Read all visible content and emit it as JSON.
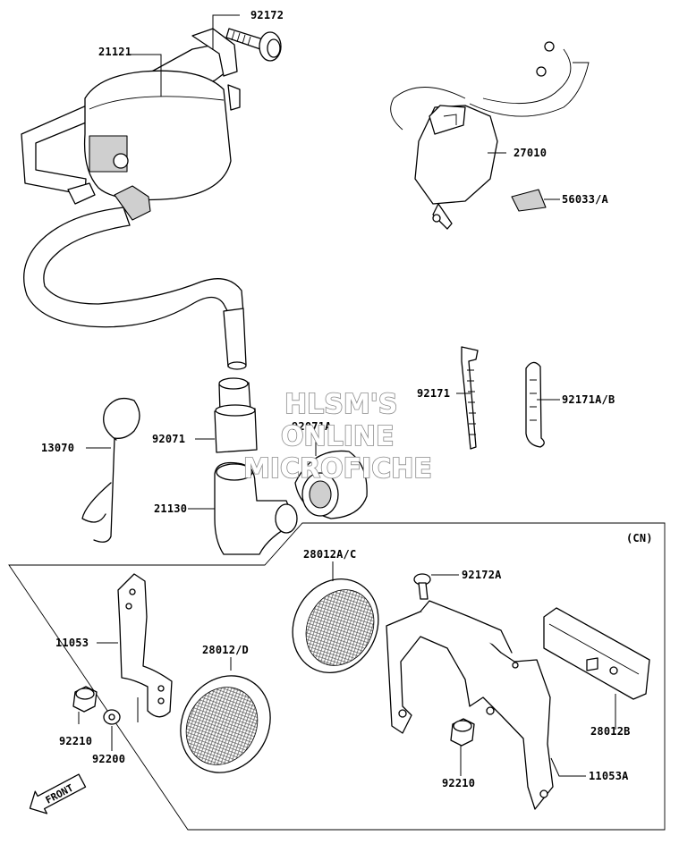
{
  "labels": {
    "p92172": "92172",
    "p21121": "21121",
    "p27010": "27010",
    "p56033": "56033/A",
    "p92171": "92171",
    "p92171ab": "92171A/B",
    "p13070": "13070",
    "p92071": "92071",
    "p92071a": "92071A",
    "p21130": "21130",
    "cn": "(CN)",
    "p28012ac": "28012A/C",
    "p92172a": "92172A",
    "p11053": "11053",
    "p28012d": "28012/D",
    "p28012b": "28012B",
    "p92210_left": "92210",
    "p92200": "92200",
    "p92210_right": "92210",
    "p11053a": "11053A"
  },
  "watermark": {
    "line1": "HLSM'S",
    "line2": "ONLINE",
    "line3": "MICROFICHE"
  },
  "front_arrow": {
    "label": "FRONT",
    "icon": "front-arrow-icon"
  }
}
